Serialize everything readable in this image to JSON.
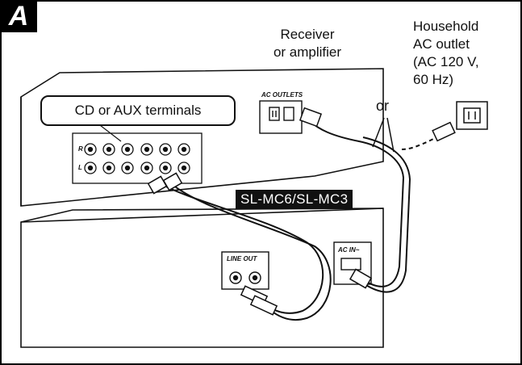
{
  "figure": {
    "badge": "A",
    "receiver_label": "Receiver\nor amplifier",
    "household_label": "Household\nAC outlet\n(AC 120 V,\n60 Hz)",
    "or_label": "or",
    "cd_callout": "CD or AUX terminals",
    "model_label": "SL-MC6/SL-MC3",
    "ac_outlets_label": "AC OUTLETS",
    "line_out_label": "LINE OUT",
    "ac_in_label": "AC IN~",
    "jack_r": "R",
    "jack_l": "L"
  }
}
